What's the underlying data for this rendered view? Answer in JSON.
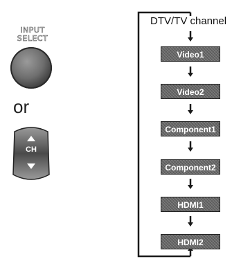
{
  "remote": {
    "input_label": "INPUT\nSELECT",
    "or_label": "or",
    "ch_label": "CH"
  },
  "flow": {
    "start_label": "DTV/TV channel",
    "sources": [
      "Video1",
      "Video2",
      "Component1",
      "Component2",
      "HDMI1",
      "HDMI2"
    ]
  },
  "colors": {
    "box": "#666666",
    "line": "#1a1a1a"
  }
}
